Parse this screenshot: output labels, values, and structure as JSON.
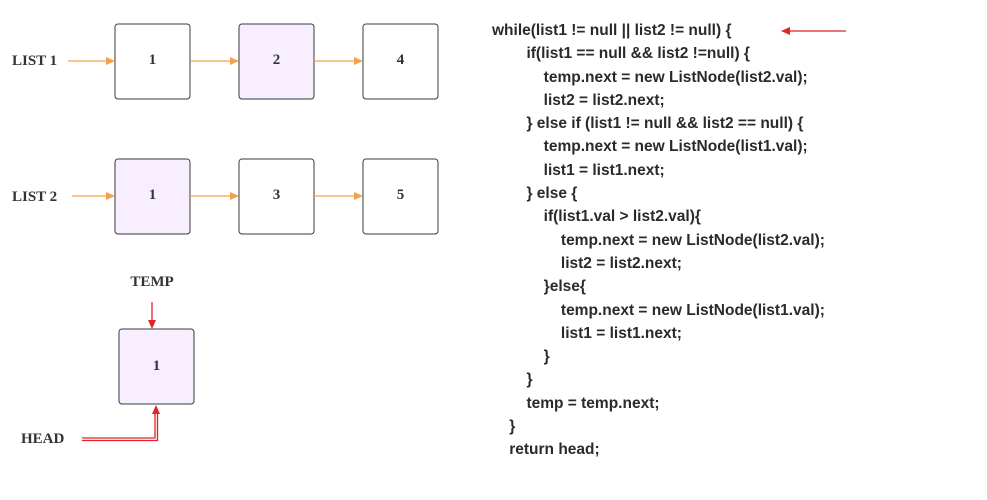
{
  "labels": {
    "list1": "LIST 1",
    "list2": "LIST 2",
    "temp": "TEMP",
    "head": "HEAD"
  },
  "list1_nodes": [
    {
      "value": "1",
      "highlighted": false
    },
    {
      "value": "2",
      "highlighted": true
    },
    {
      "value": "4",
      "highlighted": false
    }
  ],
  "list2_nodes": [
    {
      "value": "1",
      "highlighted": true
    },
    {
      "value": "3",
      "highlighted": false
    },
    {
      "value": "5",
      "highlighted": false
    }
  ],
  "temp_node": {
    "value": "1",
    "highlighted": true
  },
  "code_lines": [
    "while(list1 != null || list2 != null) {",
    "        if(list1 == null && list2 !=null) {",
    "            temp.next = new ListNode(list2.val);",
    "            list2 = list2.next;",
    "        } else if (list1 != null && list2 == null) {",
    "            temp.next = new ListNode(list1.val);",
    "            list1 = list1.next;",
    "        } else {",
    "            if(list1.val > list2.val){",
    "                temp.next = new ListNode(list2.val);",
    "                list2 = list2.next;",
    "            }else{",
    "                temp.next = new ListNode(list1.val);",
    "                list1 = list1.next;",
    "            }",
    "        }",
    "        temp = temp.next;",
    "    }",
    "    return head;"
  ],
  "colors": {
    "node_highlight": "#f7efff",
    "list_arrow": "#f5a04a",
    "pointer_arrow": "#e0242a"
  }
}
